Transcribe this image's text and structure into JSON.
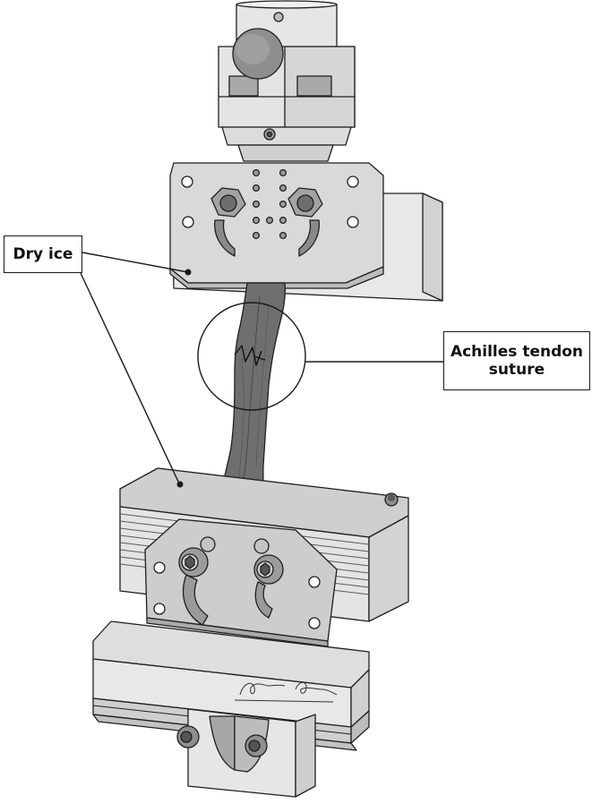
{
  "labels": {
    "dry_ice": "Dry ice",
    "achilles_line1": "Achilles tendon",
    "achilles_line2": "suture"
  },
  "colors": {
    "metal_light": "#e8e8e8",
    "metal_mid": "#d2d2d2",
    "metal_dark": "#b4b4b4",
    "bolt": "#8a8a8a",
    "tendon": "#6e6e6e",
    "outline": "#1f1f1f"
  }
}
